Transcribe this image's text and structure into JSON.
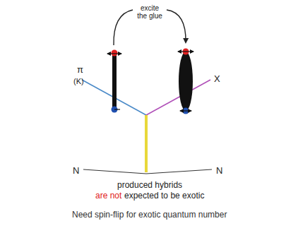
{
  "diagram": {
    "caption": "Need spin-flip for exotic quantum number",
    "labels": [
      "excite the glue",
      "π",
      "(K)",
      "X",
      "N",
      "N",
      "produced hybrids",
      "are not",
      "expected to be exotic"
    ]
  }
}
